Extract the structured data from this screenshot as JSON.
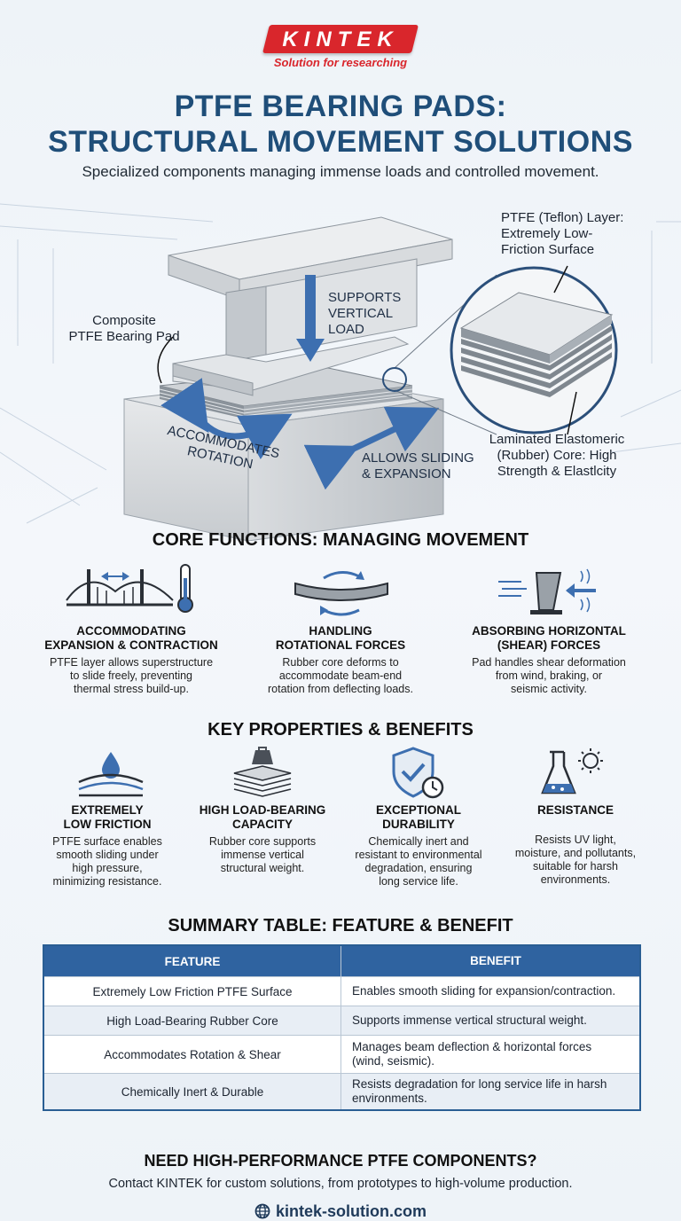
{
  "brand": {
    "name": "KINTEK",
    "tagline": "Solution for researching"
  },
  "title_line1": "PTFE BEARING PADS:",
  "title_line2": "STRUCTURAL MOVEMENT SOLUTIONS",
  "subtitle": "Specialized components managing immense loads and controlled movement.",
  "hero": {
    "pad_label_1": "Composite",
    "pad_label_2": "PTFE Bearing Pad",
    "vertical_1": "SUPPORTS",
    "vertical_2": "VERTICAL",
    "vertical_3": "LOAD",
    "rotation_1": "ACCOMMODATES",
    "rotation_2": "ROTATION",
    "sliding_1": "ALLOWS SLIDING",
    "sliding_2": "& EXPANSION",
    "ptfe_1": "PTFE (Teflon) Layer:",
    "ptfe_2": "Extremely Low-",
    "ptfe_3": "Friction Surface",
    "core_1": "Laminated Elastomeric",
    "core_2": "(Rubber) Core: High",
    "core_3": "Strength & Elastlcity"
  },
  "core_functions": {
    "title": "CORE FUNCTIONS: MANAGING MOVEMENT",
    "items": [
      {
        "icon": "bridge-thermometer-icon",
        "title1": "ACCOMMODATING",
        "title2": "EXPANSION & CONTRACTION",
        "desc1": "PTFE layer allows superstructure",
        "desc2": "to slide freely, preventing",
        "desc3": "thermal stress build-up."
      },
      {
        "icon": "curved-beam-icon",
        "title1": "HANDLING",
        "title2": "ROTATIONAL FORCES",
        "desc1": "Rubber core deforms to",
        "desc2": "accommodate beam-end",
        "desc3": "rotation from deflecting loads."
      },
      {
        "icon": "shear-force-icon",
        "title1": "ABSORBING HORIZONTAL",
        "title2": "(SHEAR) FORCES",
        "desc1": "Pad handles shear deformation",
        "desc2": "from wind, braking, or",
        "desc3": "seismic activity."
      }
    ]
  },
  "key_properties": {
    "title": "KEY PROPERTIES & BENEFITS",
    "items": [
      {
        "icon": "water-drop-icon",
        "title1": "EXTREMELY",
        "title2": "LOW FRICTION",
        "desc1": "PTFE surface enables",
        "desc2": "smooth sliding under",
        "desc3": "high pressure,",
        "desc4": "minimizing resistance."
      },
      {
        "icon": "weight-stack-icon",
        "title1": "HIGH LOAD-BEARING",
        "title2": "CAPACITY",
        "desc1": "Rubber core supports",
        "desc2": "immense vertical",
        "desc3": "structural weight.",
        "desc4": ""
      },
      {
        "icon": "shield-clock-icon",
        "title1": "EXCEPTIONAL",
        "title2": "DURABILITY",
        "desc1": "Chemically inert and",
        "desc2": "resistant to environmental",
        "desc3": "degradation, ensuring",
        "desc4": "long service life."
      },
      {
        "icon": "flask-sun-icon",
        "title1": "RESISTANCE",
        "title2": "",
        "desc1": "Resists UV light,",
        "desc2": "moisture, and pollutants,",
        "desc3": "suitable for harsh",
        "desc4": "environments."
      }
    ]
  },
  "summary": {
    "title": "SUMMARY TABLE: FEATURE & BENEFIT",
    "col1": "FEATURE",
    "col2": "BENEFIT",
    "rows": [
      {
        "feature": "Extremely Low Friction PTFE Surface",
        "benefit1": "Enables smooth sliding for expansion/contraction.",
        "benefit2": ""
      },
      {
        "feature": "High Load-Bearing Rubber Core",
        "benefit1": "Supports immense vertical structural weight.",
        "benefit2": ""
      },
      {
        "feature": "Accommodates Rotation & Shear",
        "benefit1": "Manages beam deflection & horizontal forces",
        "benefit2": "(wind, seismic)."
      },
      {
        "feature": "Chemically Inert & Durable",
        "benefit1": "Resists degradation for long service life in harsh",
        "benefit2": "environments."
      }
    ]
  },
  "cta": {
    "title": "NEED HIGH-PERFORMANCE PTFE COMPONENTS?",
    "desc": "Contact KINTEK for custom solutions, from prototypes to high-volume production.",
    "website": "kintek-solution.com"
  },
  "colors": {
    "accent": "#1f4e79",
    "brand_red": "#d9262c",
    "table_header": "#2f63a0",
    "arrow_blue": "#3d6fb0"
  }
}
